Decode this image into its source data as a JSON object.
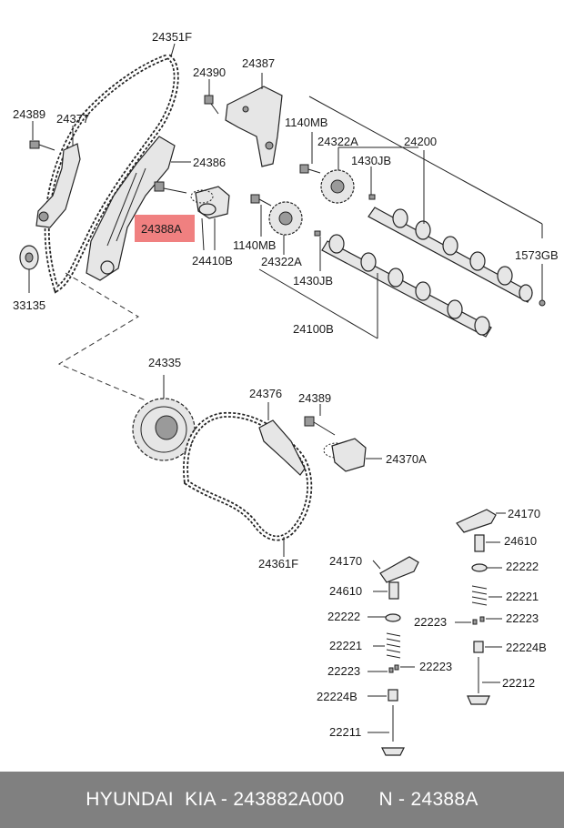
{
  "labels": {
    "l24351F": "24351F",
    "l24390": "24390",
    "l24387": "24387",
    "l24389a": "24389",
    "l24377": "24377",
    "l1140MBa": "1140MB",
    "l24322Aa": "24322A",
    "l24200": "24200",
    "l24386": "24386",
    "l1430JBa": "1430JB",
    "l24388A": "24388A",
    "l1140MBb": "1140MB",
    "l24322Ab": "24322A",
    "l1573GB": "1573GB",
    "l24410B": "24410B",
    "l33135": "33135",
    "l1430JBb": "1430JB",
    "l24100B": "24100B",
    "l24335": "24335",
    "l24376": "24376",
    "l24389b": "24389",
    "l24370A": "24370A",
    "l24361F": "24361F",
    "l24170a": "24170",
    "l24610a": "24610",
    "l22222a": "22222",
    "l24170b": "24170",
    "l22221a": "22221",
    "l24610b": "24610",
    "l22222b": "22222",
    "l22223a": "22223",
    "l22223b": "22223",
    "l22224Ba": "22224B",
    "l22221b": "22221",
    "l22223c": "22223",
    "l22223d": "22223",
    "l22212": "22212",
    "l22224Bb": "22224B",
    "l22211": "22211"
  },
  "highlight_color": "#f08080",
  "footer": {
    "brand_part": "HYUNDAI  KIA - 243882A000",
    "ref": "N - 24388A"
  }
}
